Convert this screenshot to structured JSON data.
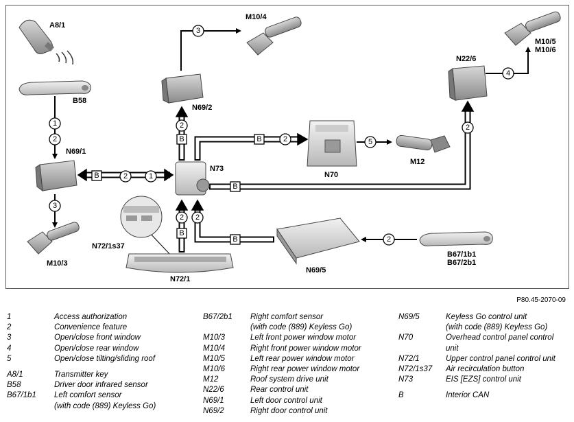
{
  "diagram": {
    "components": {
      "a8_1": "A8/1",
      "b58": "B58",
      "n69_1": "N69/1",
      "m10_3": "M10/3",
      "m10_4": "M10/4",
      "n69_2": "N69/2",
      "n73": "N73",
      "n70": "N70",
      "m12": "M12",
      "n22_6": "N22/6",
      "m10_5": "M10/5",
      "m10_6": "M10/6",
      "n72_1s37": "N72/1s37",
      "n72_1": "N72/1",
      "n69_5": "N69/5",
      "b67_1b1": "B67/1b1",
      "b67_2b1": "B67/2b1"
    },
    "numbers": {
      "one": "1",
      "two": "2",
      "three": "3",
      "four": "4",
      "five": "5"
    },
    "bus_label": "B",
    "reference_code": "P80.45-2070-09"
  },
  "legend": {
    "col1": [
      {
        "key": "1",
        "value": "Access authorization"
      },
      {
        "key": "2",
        "value": "Convenience feature"
      },
      {
        "key": "3",
        "value": "Open/close front window"
      },
      {
        "key": "4",
        "value": "Open/close rear window"
      },
      {
        "key": "5",
        "value": "Open/close tilting/sliding roof"
      },
      {
        "key": "A8/1",
        "value": "Transmitter key"
      },
      {
        "key": "B58",
        "value": "Driver door infrared sensor"
      },
      {
        "key": "B67/1b1",
        "value": "Left comfort sensor\n(with code (889) Keyless Go)"
      }
    ],
    "col2": [
      {
        "key": "B67/2b1",
        "value": "Right comfort sensor\n(with code (889) Keyless Go)"
      },
      {
        "key": "M10/3",
        "value": "Left front power window motor"
      },
      {
        "key": "M10/4",
        "value": "Right front power window motor"
      },
      {
        "key": "M10/5",
        "value": "Left rear power window motor"
      },
      {
        "key": "M10/6",
        "value": "Right rear power window motor"
      },
      {
        "key": "M12",
        "value": "Roof system drive unit"
      },
      {
        "key": "N22/6",
        "value": "Rear control unit"
      },
      {
        "key": "N69/1",
        "value": "Left door control unit"
      },
      {
        "key": "N69/2",
        "value": "Right door control unit"
      }
    ],
    "col3": [
      {
        "key": "N69/5",
        "value": "Keyless Go control unit\n(with code (889) Keyless Go)"
      },
      {
        "key": "N70",
        "value": "Overhead control panel control\nunit"
      },
      {
        "key": "N72/1",
        "value": "Upper control panel control unit"
      },
      {
        "key": "N72/1s37",
        "value": "Air recirculation button"
      },
      {
        "key": "N73",
        "value": "EIS [EZS] control unit"
      },
      {
        "key": "B",
        "value": "Interior CAN"
      }
    ]
  }
}
